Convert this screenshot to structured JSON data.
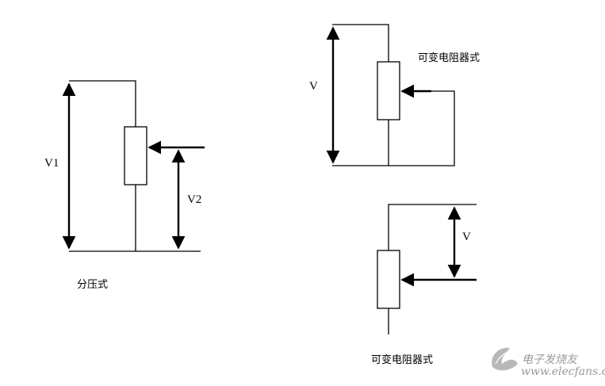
{
  "circuit_a": {
    "voltage_left_label": "V1",
    "voltage_right_label": "V2",
    "caption": "分压式"
  },
  "circuit_b": {
    "voltage_label": "V",
    "caption": "可变电阻器式"
  },
  "circuit_c": {
    "voltage_label": "V",
    "caption": "可变电阻器式"
  },
  "watermark": {
    "text": "电子发烧友",
    "url": "www.elecfans.com"
  },
  "colors": {
    "line": "#000000",
    "background": "#ffffff",
    "watermark": "#9a9a9a"
  }
}
